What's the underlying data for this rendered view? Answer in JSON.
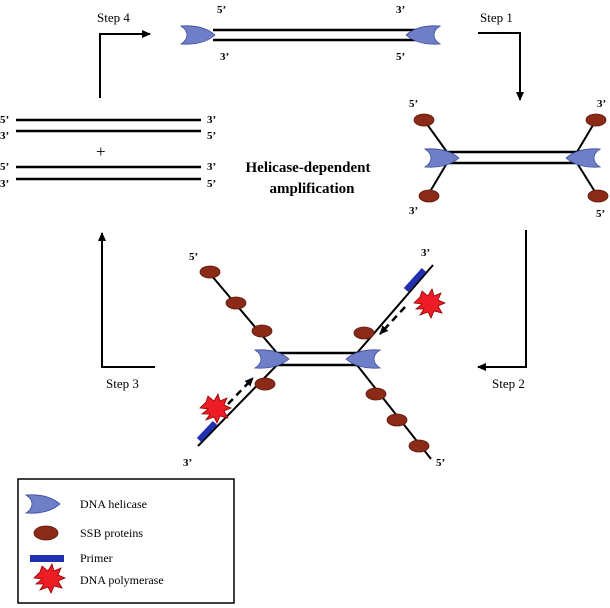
{
  "title_lines": [
    "Helicase-dependent",
    "amplification"
  ],
  "steps": {
    "step1": "Step 1",
    "step2": "Step 2",
    "step3": "Step 3",
    "step4": "Step 4"
  },
  "ends": {
    "five_prime": "5’",
    "three_prime": "3’"
  },
  "plus_sign": "+",
  "legend": {
    "helicase": "DNA helicase",
    "ssb": "SSB proteins",
    "primer": "Primer",
    "polymerase": "DNA polymerase"
  },
  "colors": {
    "helicase": "#6f7fc7",
    "ssb": "#8b2a16",
    "primer": "#1f2fb0",
    "polymerase": "#ee1c24",
    "line": "#000000"
  },
  "icons": {
    "helicase": "crescent-helicase-icon",
    "ssb": "ellipse-ssb-icon",
    "primer": "bar-primer-icon",
    "polymerase": "starburst-polymerase-icon"
  }
}
